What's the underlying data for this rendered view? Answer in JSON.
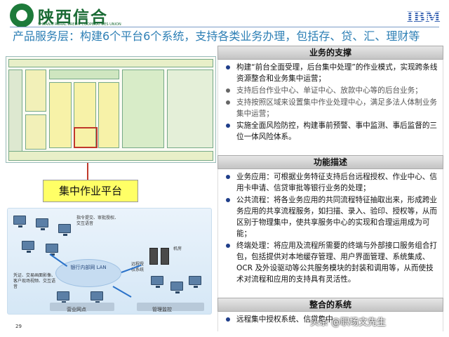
{
  "header": {
    "logo_text": "陕西信合",
    "logo_subtext": "SHAANXI RURAL CREDIT COOPERATIVES UNION",
    "brand_right": "IBM",
    "title": "产品服务层：构建6个平台6个系统，支持各类业务办理，包括存、贷、汇、理财等"
  },
  "diagram": {
    "platform_label": "集中作业平台"
  },
  "network": {
    "cloud_label": "银行内部网 LAN",
    "note_top": "指令提交、审批授权、交互语音",
    "note_left": "凭证、交易画面影像、客户现场视频、交互语音",
    "remote_auth": "远程授权系统",
    "machine_room": "机房",
    "branch": "营业网点",
    "supervision": "管理监控"
  },
  "sections": [
    {
      "heading": "业务的支撑",
      "items": [
        {
          "text": "构建“前台全面受理，后台集中处理”的作业模式，实现跨条线资源整合和业务集中运营；",
          "style": "normal"
        },
        {
          "text": "支持后台作业中心、单证中心、放款中心等的后台业务；",
          "style": "dim"
        },
        {
          "text": "支持按照区域来设置集中作业处理中心，满足多法人体制业务集中运营；",
          "style": "dim"
        },
        {
          "text": "实施全面风险防控，构建事前预警、事中监测、事后监督的三位一体风险体系。",
          "style": "normal"
        }
      ]
    },
    {
      "heading": "功能描述",
      "items": [
        {
          "text": "业务应用：可根据业务特征支持后台远程授权、作业中心、信用卡申请、信贷审批等银行业务的处理；",
          "style": "normal"
        },
        {
          "text": "公共流程：将各业务应用的共同流程特征抽取出来，形成跨业务应用的共享流程服务，如扫描、录入、验印、授权等，从而区别于物理集中，使共享服务中心的实现和合理运用成为可能；",
          "style": "normal"
        },
        {
          "text": "终端处理：将应用及流程所需要的终端与外部接口服务组合打包，包括提供对本地缓存管理、用户界面管理、系统集成、OCR 及外设驱动等公共服务模块的封装和调用等，从而使技术对流程和应用的支持具有灵活性。",
          "style": "normal"
        }
      ]
    },
    {
      "heading": "整合的系统",
      "items": [
        {
          "text": "远程集中授权系统、信贷集中",
          "style": "normal"
        }
      ]
    }
  ],
  "footer": {
    "page_number": "29",
    "watermark": "头条 @职场文先生"
  },
  "colors": {
    "title": "#2d7fb5",
    "logo_green": "#1b6b35",
    "highlight_yellow": "#ffff66",
    "connector_red": "#c0392b",
    "bullet_blue": "#1f3e8a"
  }
}
